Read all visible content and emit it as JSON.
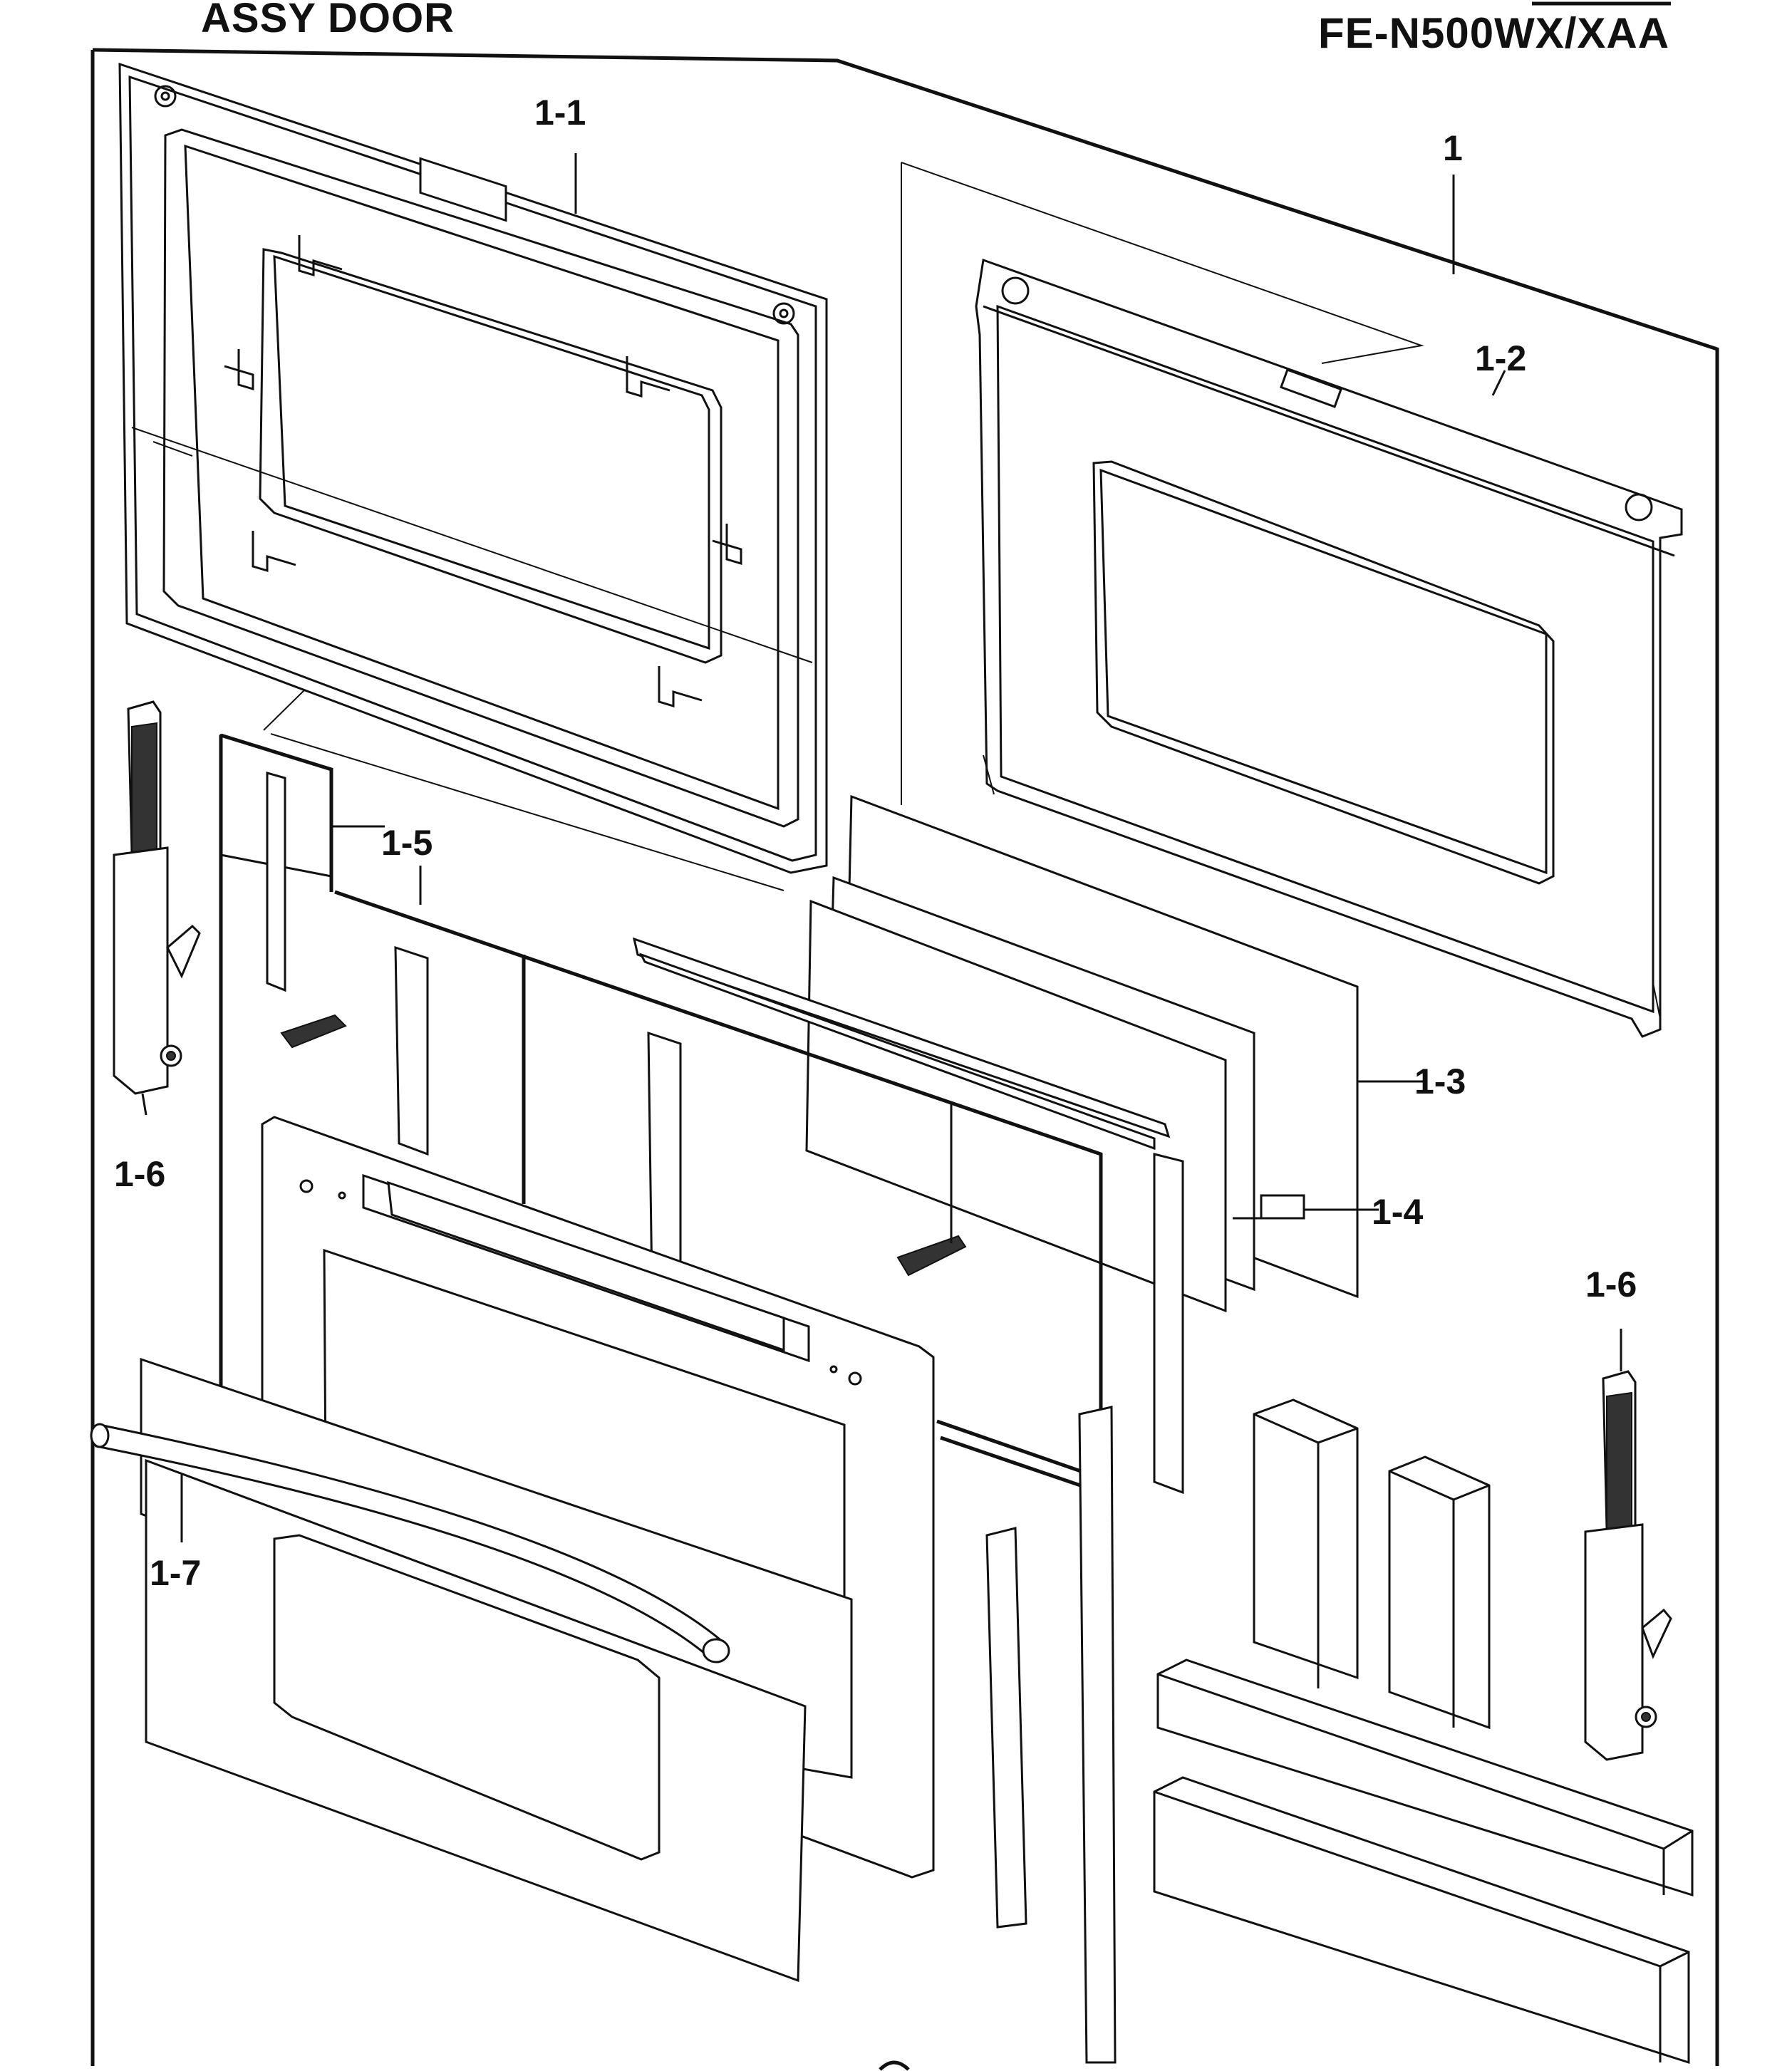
{
  "header": {
    "title": "ASSY DOOR",
    "model": "FE-N500WX/XAA"
  },
  "labels": {
    "assy": "1",
    "inner_door": "1-1",
    "door_frame": "1-2",
    "glass_outer": "1-3",
    "glass_spacer": "1-4",
    "glass_inner": "1-5",
    "hinge_left": "1-6",
    "hinge_right": "1-6",
    "handle": "1-7"
  }
}
